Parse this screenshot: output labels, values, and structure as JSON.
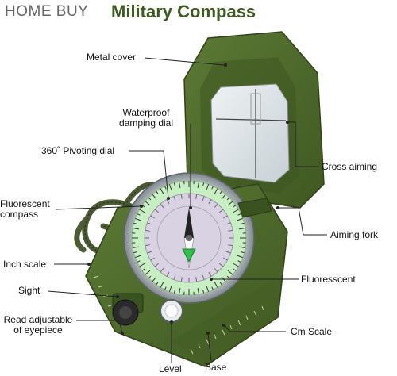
{
  "header": {
    "brand": "HOME BUY",
    "title": "Military Compass"
  },
  "labels": {
    "metal_cover": "Metal cover",
    "waterproof_line1": "Waterproof",
    "waterproof_line2": "damping dial",
    "pivoting_dial": "360˚ Pivoting dial",
    "cross_aiming": "Cross aiming",
    "fluorescent_line1": "Fluorescent",
    "fluorescent_line2": "compass",
    "aiming_fork": "Aiming fork",
    "inch_scale": "Inch scale",
    "fluoresscent": "Fluoresscent",
    "sight": "Sight",
    "eyepiece_line1": "Read adjustable",
    "eyepiece_line2": "of eyepiece",
    "cm_scale": "Cm Scale",
    "level": "Level",
    "base": "Base"
  },
  "colors": {
    "body_green": "#4e6a2c",
    "dark_green": "#33471b",
    "title_green": "#3d5a1f",
    "brand_gray": "#666666",
    "lume": "#c8efc4",
    "leader": "#222222"
  }
}
